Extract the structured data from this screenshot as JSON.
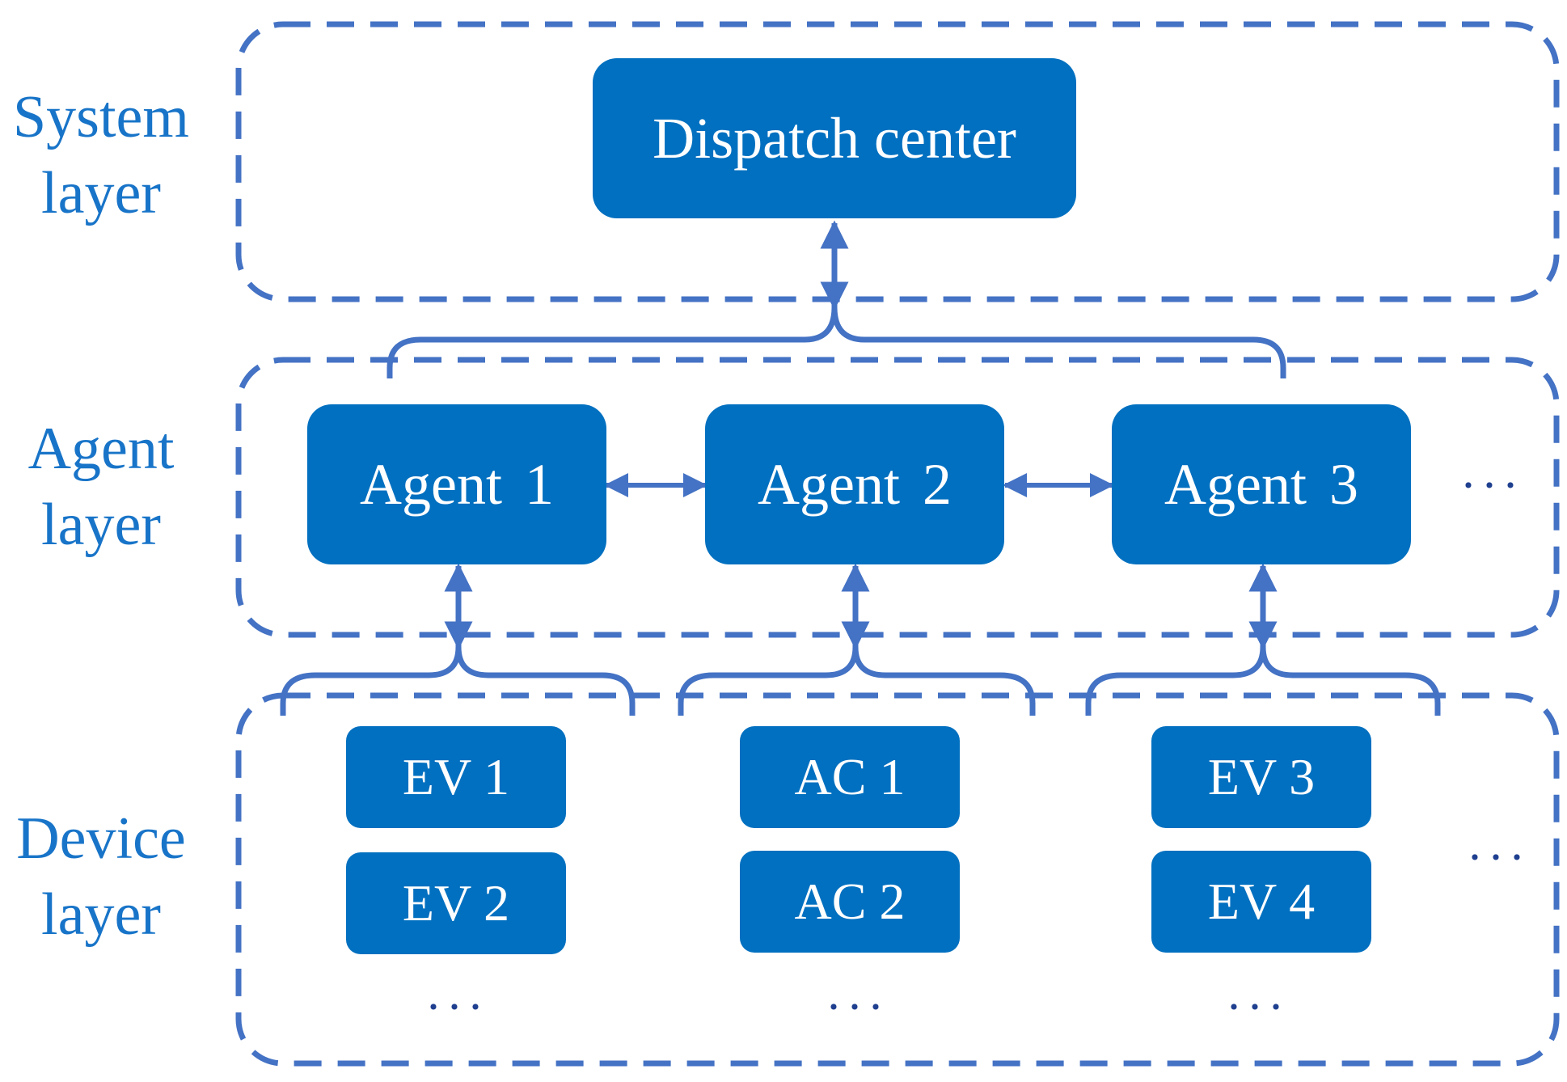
{
  "colors": {
    "box_fill": "#0270c0",
    "box_text": "#ffffff",
    "label_text": "#1874c8",
    "line": "#4472c4",
    "dots": "#1f3f8f"
  },
  "layers": {
    "system": {
      "line1": "System",
      "line2": "layer"
    },
    "agent": {
      "line1": "Agent",
      "line2": "layer"
    },
    "device": {
      "line1": "Device",
      "line2": "layer"
    }
  },
  "nodes": {
    "dispatch_center": "Dispatch center",
    "agents": [
      "Agent 1",
      "Agent 2",
      "Agent 3"
    ],
    "agent_more": "···",
    "devices": {
      "group1": [
        "EV 1",
        "EV 2"
      ],
      "group2": [
        "AC 1",
        "AC 2"
      ],
      "group3": [
        "EV 3",
        "EV 4"
      ]
    },
    "device_more": "···",
    "group_more": "···"
  }
}
